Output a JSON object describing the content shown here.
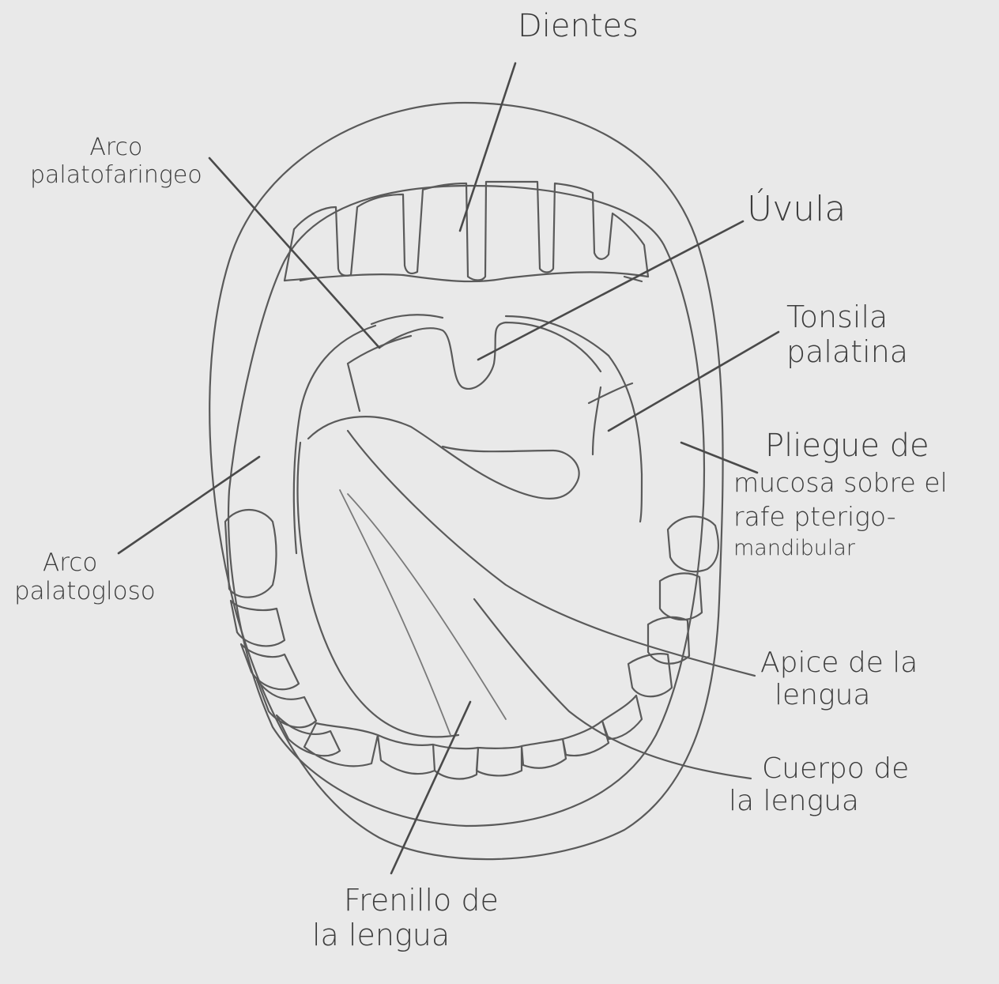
{
  "labels": {
    "dientes": "Dientes",
    "arco_palatofaringeo": [
      "Arco",
      "palatofaringeo"
    ],
    "uvula": "Úvula",
    "tonsila_palatina": [
      "Tonsila",
      "palatina"
    ],
    "pliegue": [
      "Pliegue de",
      "mucosa sobre el",
      "rafe pterigo-",
      "mandibular"
    ],
    "arco_palatogloso": [
      "Arco",
      "palatogloso"
    ],
    "apice": [
      "Apice de la",
      "lengua"
    ],
    "cuerpo": [
      "Cuerpo de",
      "la lengua"
    ],
    "frenillo": [
      "Frenillo de",
      "la lengua"
    ]
  },
  "colors": {
    "paper": "#e9e9e9",
    "ink": "#5a5a5a",
    "text": "#3c3c3c"
  }
}
